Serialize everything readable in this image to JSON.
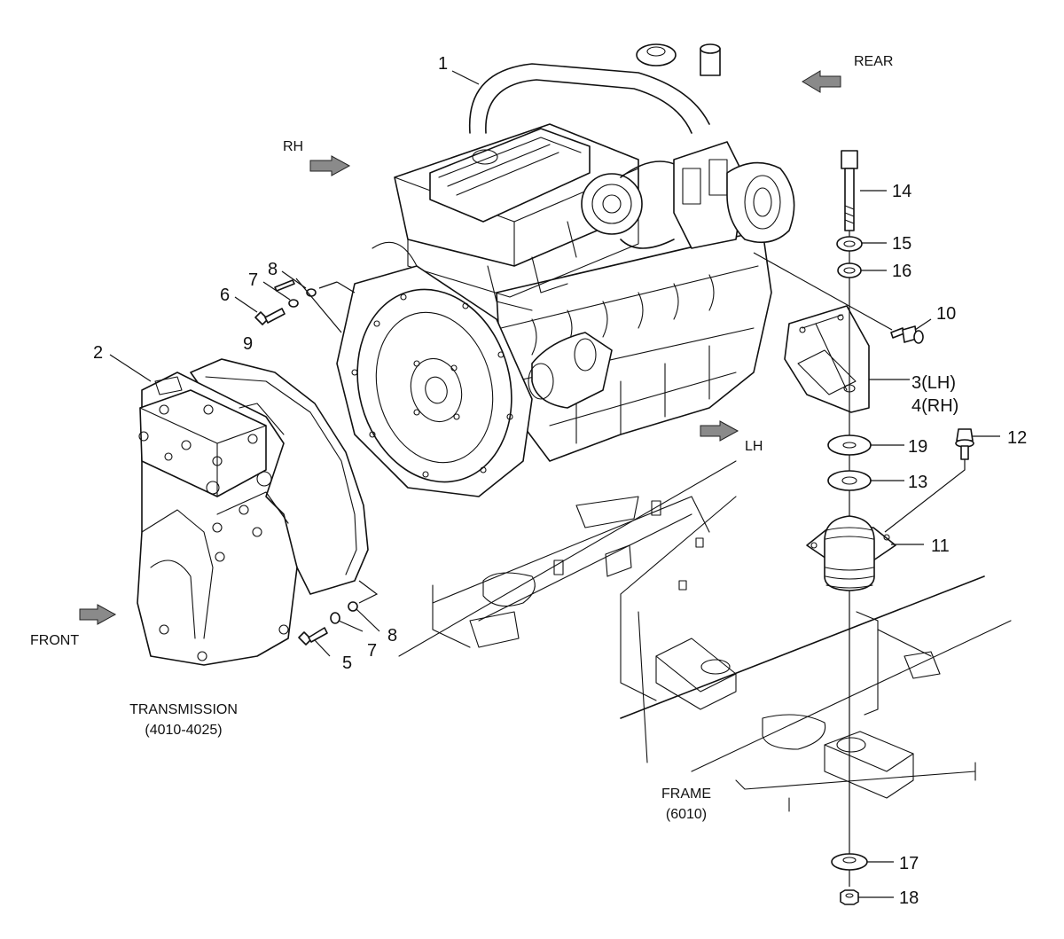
{
  "directions": {
    "rear": "REAR",
    "rh": "RH",
    "lh": "LH",
    "front": "FRONT"
  },
  "captions": {
    "transmission_name": "TRANSMISSION",
    "transmission_code": "(4010-4025)",
    "frame_name": "FRAME",
    "frame_code": "(6010)"
  },
  "callouts": {
    "c1": "1",
    "c2": "2",
    "c3": "3(LH)",
    "c4": "4(RH)",
    "c5": "5",
    "c6": "6",
    "c7a": "7",
    "c7b": "7",
    "c8a": "8",
    "c8b": "8",
    "c9": "9",
    "c10": "10",
    "c11": "11",
    "c12": "12",
    "c13": "13",
    "c14": "14",
    "c15": "15",
    "c16": "16",
    "c17": "17",
    "c18": "18",
    "c19": "19"
  }
}
